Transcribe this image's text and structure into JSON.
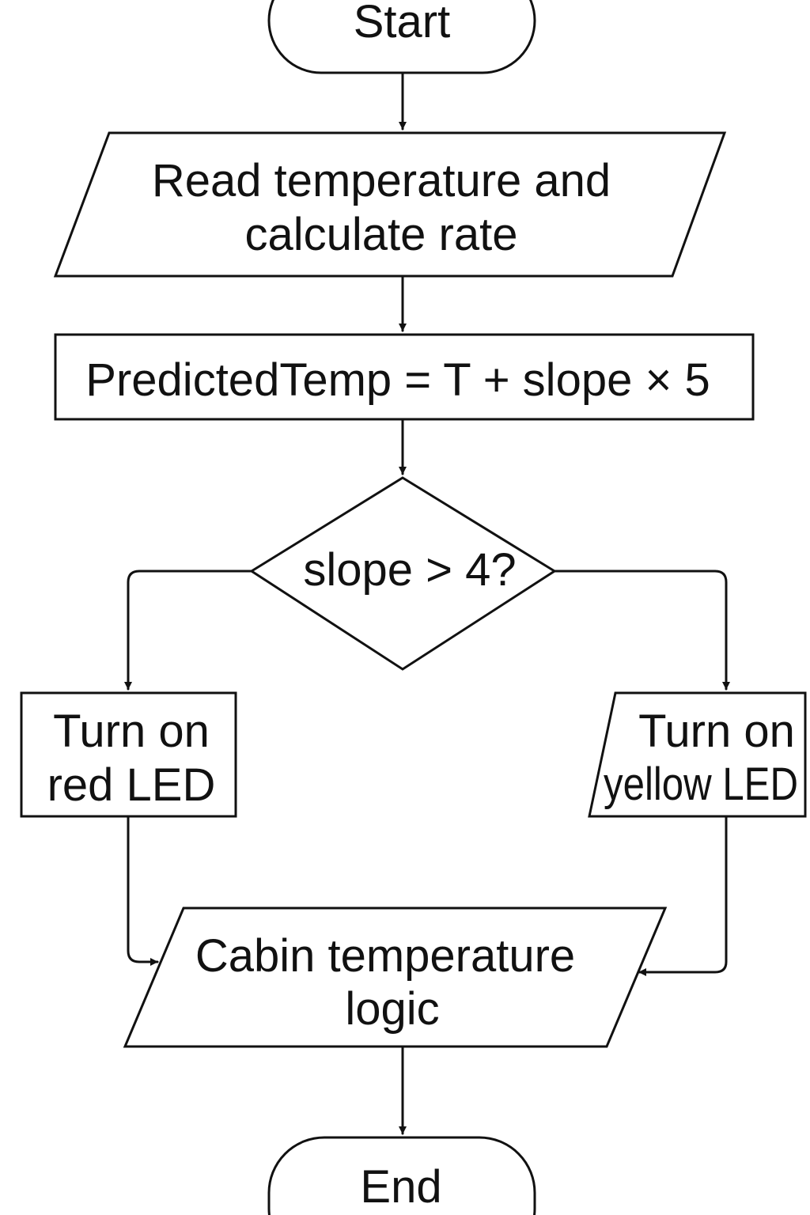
{
  "nodes": {
    "start": "Start",
    "read": {
      "line1": "Read temperature and",
      "line2": "calculate rate"
    },
    "predict": "PredictedTemp = T + slope × 5",
    "decision": "slope > 4?",
    "red": {
      "line1": "Turn on",
      "line2": "red LED"
    },
    "yellow": {
      "line1": "Turn on",
      "line2": "yellow LED"
    },
    "cabin": {
      "line1": "Cabin temperature",
      "line2": "logic"
    },
    "end": "End"
  },
  "colors": {
    "stroke": "#111111",
    "background": "#ffffff"
  }
}
